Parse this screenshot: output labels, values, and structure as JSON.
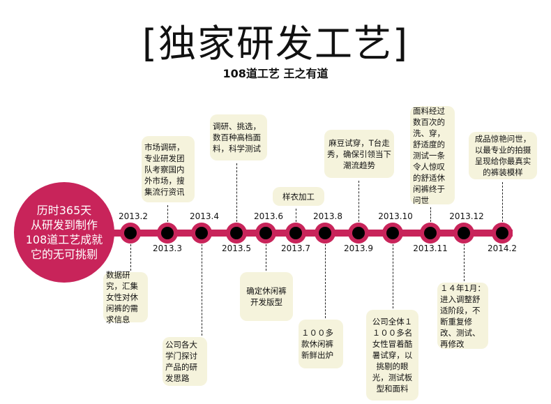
{
  "title": "[独家研发工艺]",
  "subtitle": "108道工艺 王之有道",
  "summary": [
    "历时365天",
    "从研发到制作",
    "108道工艺成就",
    "它的无可挑剔"
  ],
  "accent_color": "#c8245a",
  "dates": [
    "2013.2",
    "2013.3",
    "2013.4",
    "2013.5",
    "2013.6",
    "2013.7",
    "2013.8",
    "2013.9",
    "2013.10",
    "2013.11",
    "2013.12",
    "2014.2"
  ],
  "events": [
    "数据研究，汇集女性对休闲裤的需求信息",
    "市场调研，专业研发团队考察国内外市场，搜集流行资讯",
    "公司各大学门探讨产品的研发思路",
    "调研、挑选，数百种高档面料，科学测试",
    "确定休闲裤开发版型",
    "样衣加工",
    "１００多款休闲裤新鲜出炉",
    "麻豆试穿，T台走秀，确保引领当下潮流趋势",
    "公司全体１１００多名女性冒着酷暑试穿，以挑剔的眼光，测试板型和面料",
    "面料经过数百次的洗、穿，舒适度的测试一条令人惊叹的舒适休闲裤终于问世",
    "１４年1月：进入调整舒适阶段，不断重复修改、测试、再修改",
    "成品惊艳问世，以最专业的拍摄呈现给你最真实的裤装模样"
  ]
}
